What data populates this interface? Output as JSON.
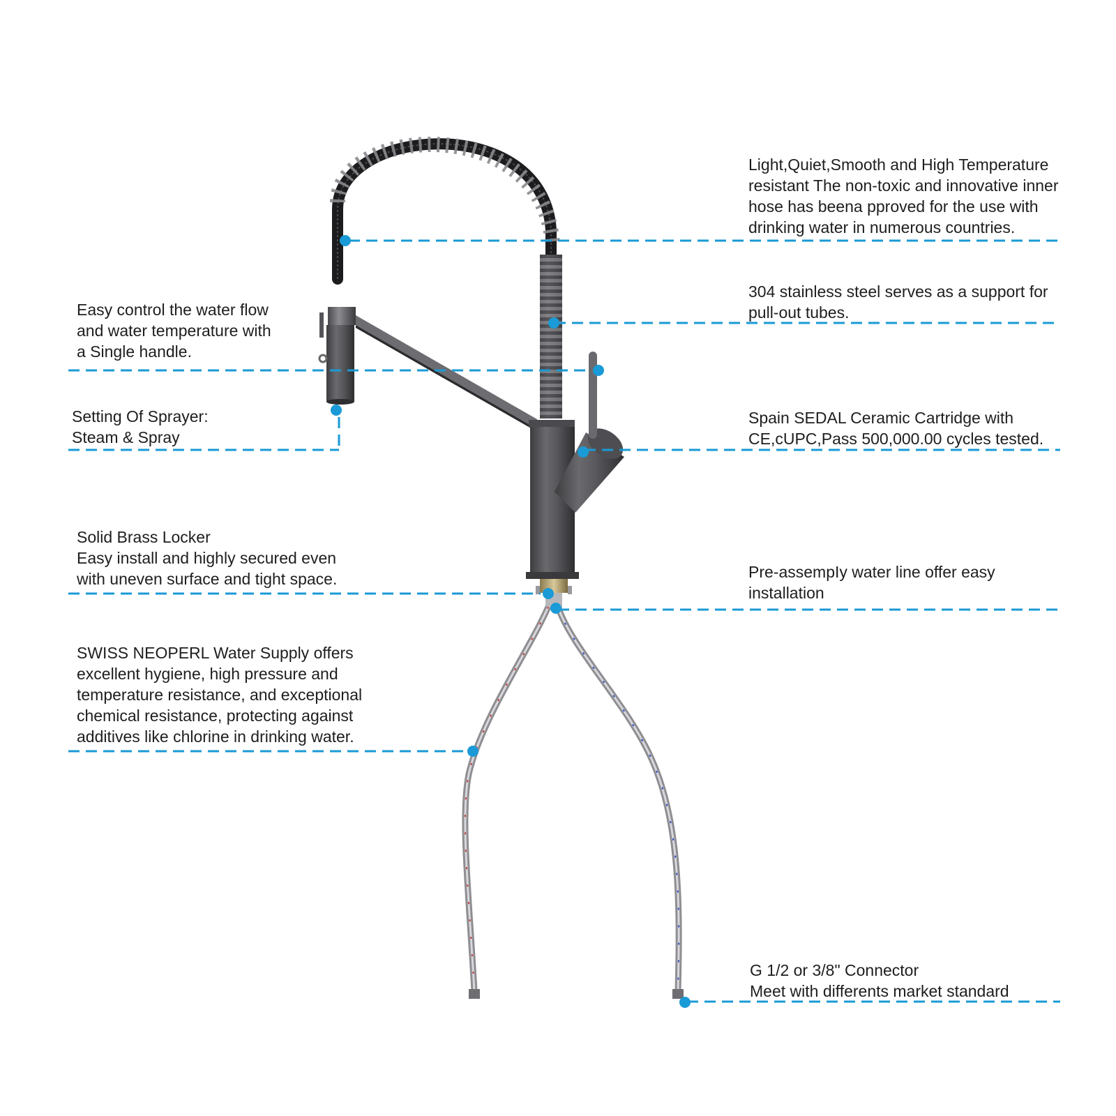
{
  "accent_color": "#1a9ad6",
  "callouts": {
    "inner_hose": {
      "lines": [
        "Light,Quiet,Smooth and High Temperature",
        "resistant The non-toxic and innovative inner",
        "hose has beena pproved for the use with",
        "drinking water in numerous countries."
      ]
    },
    "stainless_support": {
      "lines": [
        "304 stainless steel serves as a support for",
        "pull-out tubes."
      ]
    },
    "single_handle": {
      "lines": [
        "Easy control the water flow",
        "and water temperature with",
        "a Single handle."
      ]
    },
    "sprayer_setting": {
      "lines": [
        "Setting Of Sprayer:",
        "Steam & Spray"
      ]
    },
    "cartridge": {
      "lines": [
        "Spain SEDAL Ceramic Cartridge with",
        "CE,cUPC,Pass 500,000.00 cycles tested."
      ]
    },
    "brass_locker": {
      "lines": [
        "Solid Brass Locker",
        "Easy install and highly secured even",
        "with uneven surface and tight space."
      ]
    },
    "water_line": {
      "lines": [
        "Pre-assempIy water line offer easy",
        "installation"
      ]
    },
    "water_supply": {
      "lines": [
        "SWISS NEOPERL Water Supply offers",
        "excellent hygiene, high pressure and",
        "temperature resistance, and exceptional",
        "chemical resistance, protecting against",
        "additives like chlorine in drinking water."
      ]
    },
    "connector": {
      "lines": [
        "G 1/2 or 3/8\" Connector",
        "Meet with differents market standard"
      ]
    }
  }
}
